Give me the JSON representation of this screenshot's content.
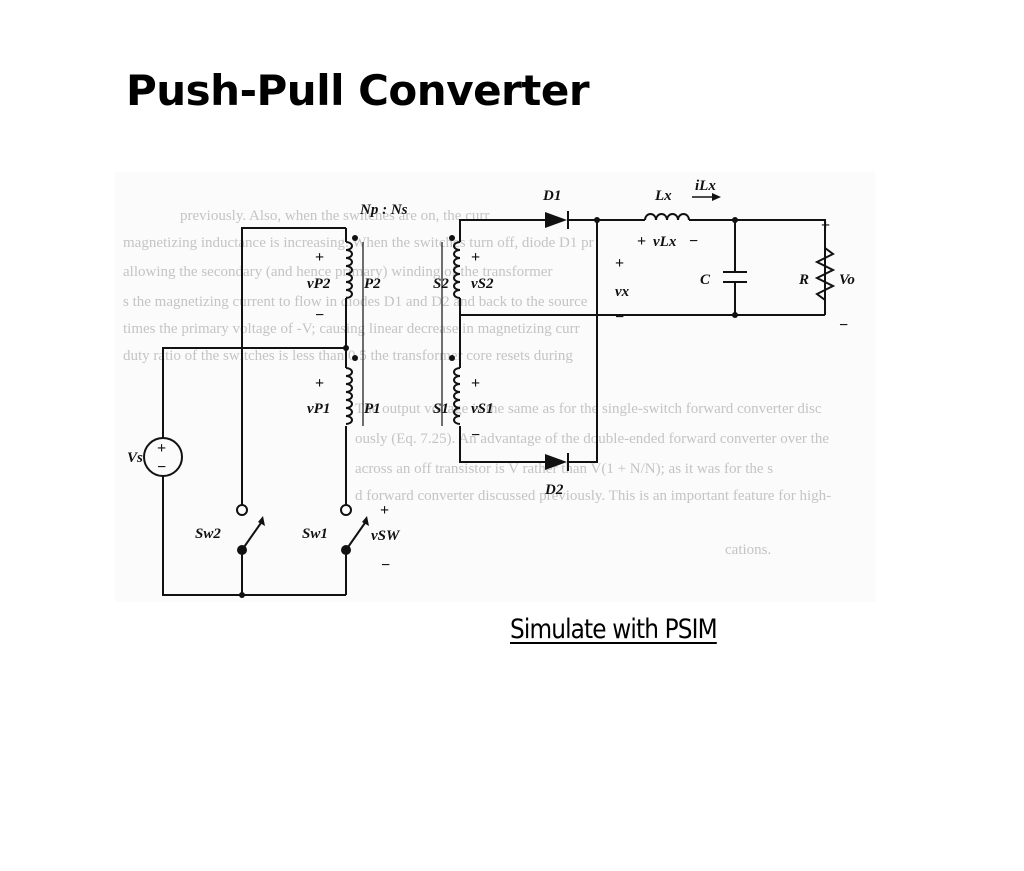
{
  "slide": {
    "title": "Push-Pull Converter",
    "caption": "Simulate with PSIM"
  },
  "circuit": {
    "turns_ratio": "Np : Ns",
    "primary_top": "P2",
    "primary_bottom": "P1",
    "v_p2": "vP2",
    "v_p1": "vP1",
    "secondary_top": "S2",
    "secondary_bottom": "S1",
    "v_s2": "vS2",
    "v_s1": "vS1",
    "diode_top": "D1",
    "diode_bottom": "D2",
    "inductor": "Lx",
    "inductor_current": "iLx",
    "inductor_voltage": "vLx",
    "mid_voltage": "vx",
    "capacitor": "C",
    "resistor": "R",
    "output_voltage": "Vo",
    "source": "Vs",
    "switch_left": "Sw2",
    "switch_right": "Sw1",
    "switch_voltage": "vSW",
    "plus": "+",
    "minus": "−"
  },
  "background_text_lines": [
    "previously. Also, when the switches are on, the curr",
    "magnetizing inductance is increasing. When the switches turn off, diode D1 pr",
    "allowing the secondary (and hence primary) winding of the transformer",
    "s the magnetizing current to flow in diodes D1 and D2 and back to the source",
    "times the primary voltage of -V; causing linear decrease in magnetizing curr",
    "duty ratio of the switches is less than 0.5 the transformer core resets during",
    "The output voltage is the same as for the single-switch forward converter disc",
    "ously (Eq. 7.25). An advantage of the double-ended forward converter over the",
    "across an off transistor is V rather than V(1 + N/N); as it was for the s",
    "d forward converter discussed previously. This is an important feature for high-",
    "cations."
  ]
}
